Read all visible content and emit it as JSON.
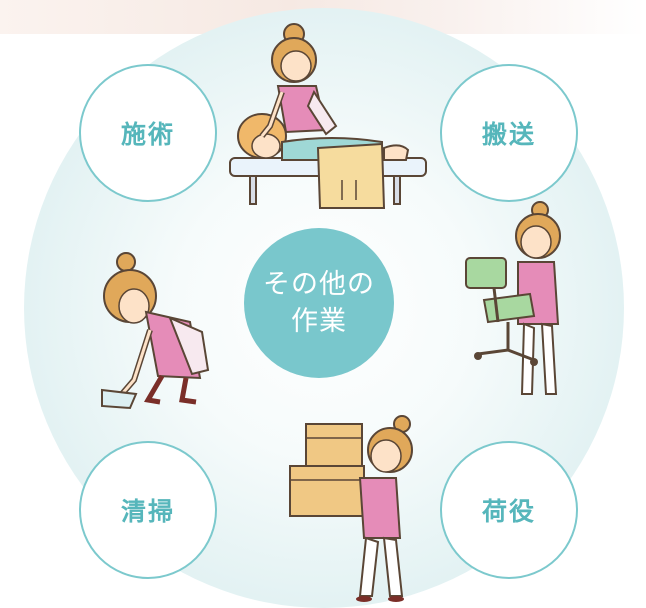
{
  "center": {
    "line1": "その他の",
    "line2": "作業"
  },
  "labels": {
    "top_left": "施術",
    "top_right": "搬送",
    "bottom_left": "清掃",
    "bottom_right": "荷役"
  },
  "colors": {
    "accent": "#7cc9cd",
    "center_fill": "#79c7cc",
    "label_text": "#56b6bb",
    "uniform_pink": "#e58cb8",
    "hair": "#e0a85a",
    "box": "#f0c884"
  }
}
